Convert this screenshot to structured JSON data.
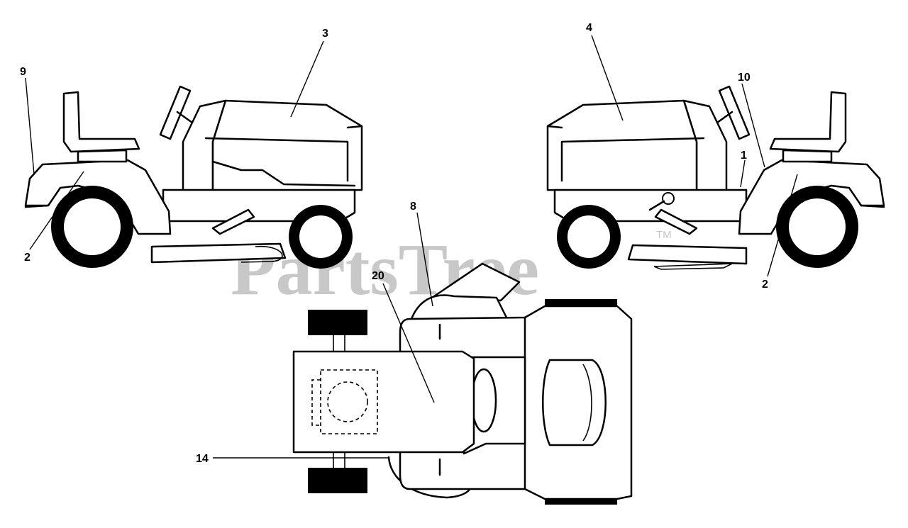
{
  "watermark": {
    "text": "PartsTree",
    "trademark": "TM",
    "color": "#c8c8c8"
  },
  "callouts": {
    "c3": "3",
    "c9": "9",
    "c2_left": "2",
    "c4": "4",
    "c10": "10",
    "c1": "1",
    "c2_right": "2",
    "c8": "8",
    "c20": "20",
    "c14": "14"
  }
}
